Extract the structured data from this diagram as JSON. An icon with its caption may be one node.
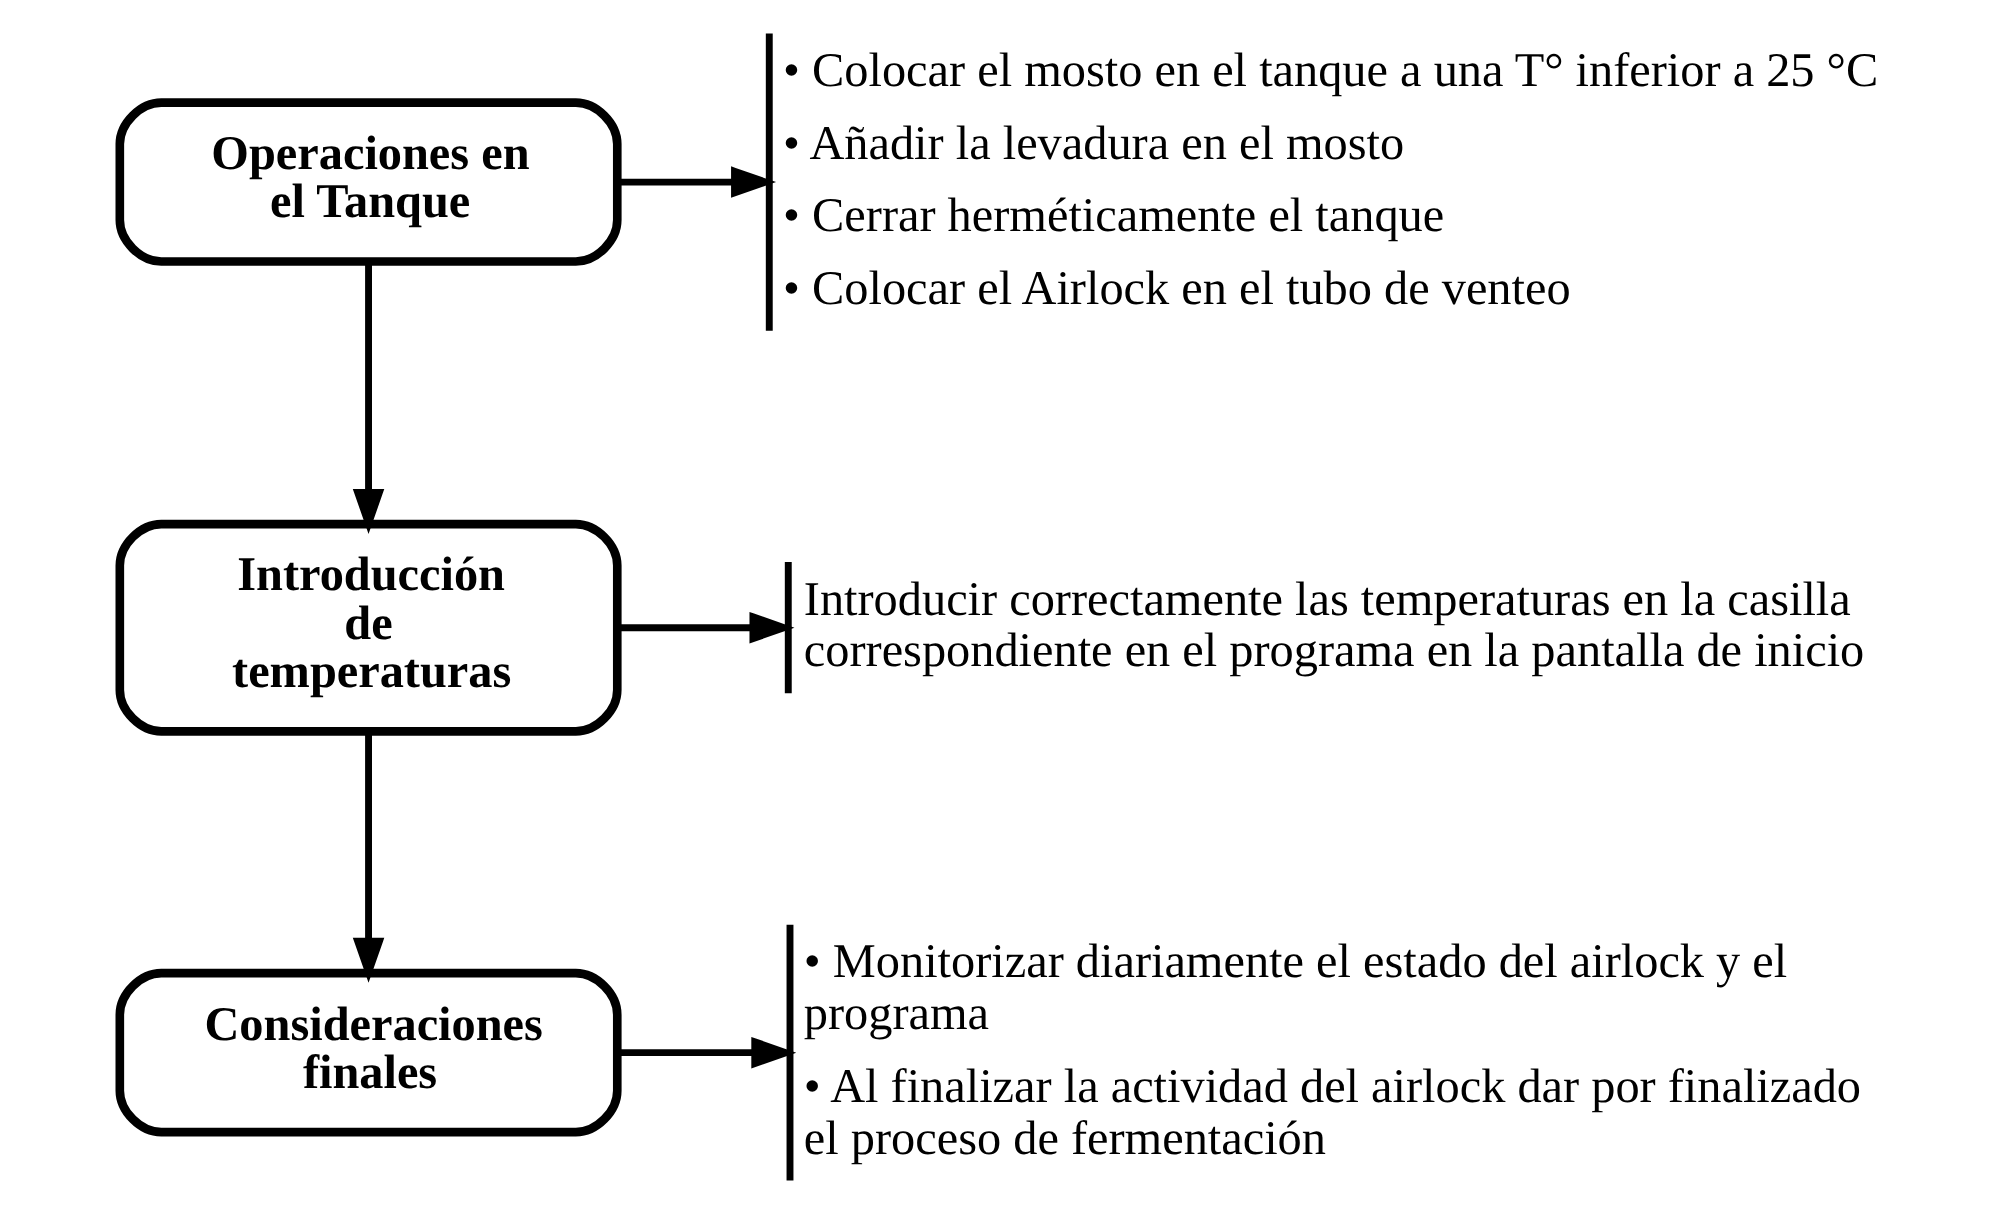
{
  "diagram": {
    "nodes": [
      {
        "text": [
          "Operaciones en el Tanque"
        ]
      },
      {
        "text": [
          "Introducción de temperaturas"
        ]
      },
      {
        "text": [
          "Consideraciones finales"
        ]
      },
      {
        "text": [
          "• Colocar el mosto en el tanque a una T° inferior a 25 °C",
          "• Añadir la levadura en el mosto",
          "• Cerrar herméticamente el tanque",
          "• Colocar el Airlock en el tubo de venteo"
        ]
      },
      {
        "text": [
          "Introducir correctamente las temperaturas en la casilla correspondiente en el programa en la pantalla de inicio"
        ]
      },
      {
        "text": [
          "• Monitorizar diariamente el estado del airlock y el programa",
          "• Al finalizar la actividad del airlock dar por finalizado el proceso de fermentación"
        ]
      }
    ],
    "edges": [
      {
        "from": 0,
        "to": 1,
        "arrow": "to"
      },
      {
        "from": 1,
        "to": 2,
        "arrow": "to"
      },
      {
        "from": 0,
        "to": 3,
        "arrow": "to"
      },
      {
        "from": 1,
        "to": 4,
        "arrow": "to"
      },
      {
        "from": 2,
        "to": 5,
        "arrow": "to"
      }
    ]
  }
}
